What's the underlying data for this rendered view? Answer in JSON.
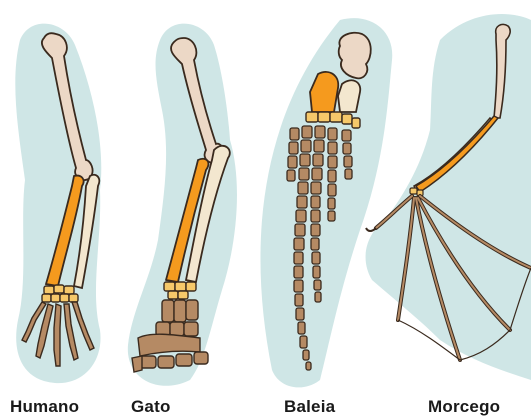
{
  "labels": {
    "human": "Humano",
    "cat": "Gato",
    "whale": "Baleia",
    "bat": "Morcego"
  },
  "colors": {
    "silhouette": "#cfe6e6",
    "humerus": "#ecd8c6",
    "radius": "#f59a1e",
    "ulna": "#f3e7cf",
    "carpals": "#f6c86a",
    "metacarpals_phalanges": "#b58a64",
    "outline": "#3a2a1e",
    "background": "#ffffff"
  }
}
